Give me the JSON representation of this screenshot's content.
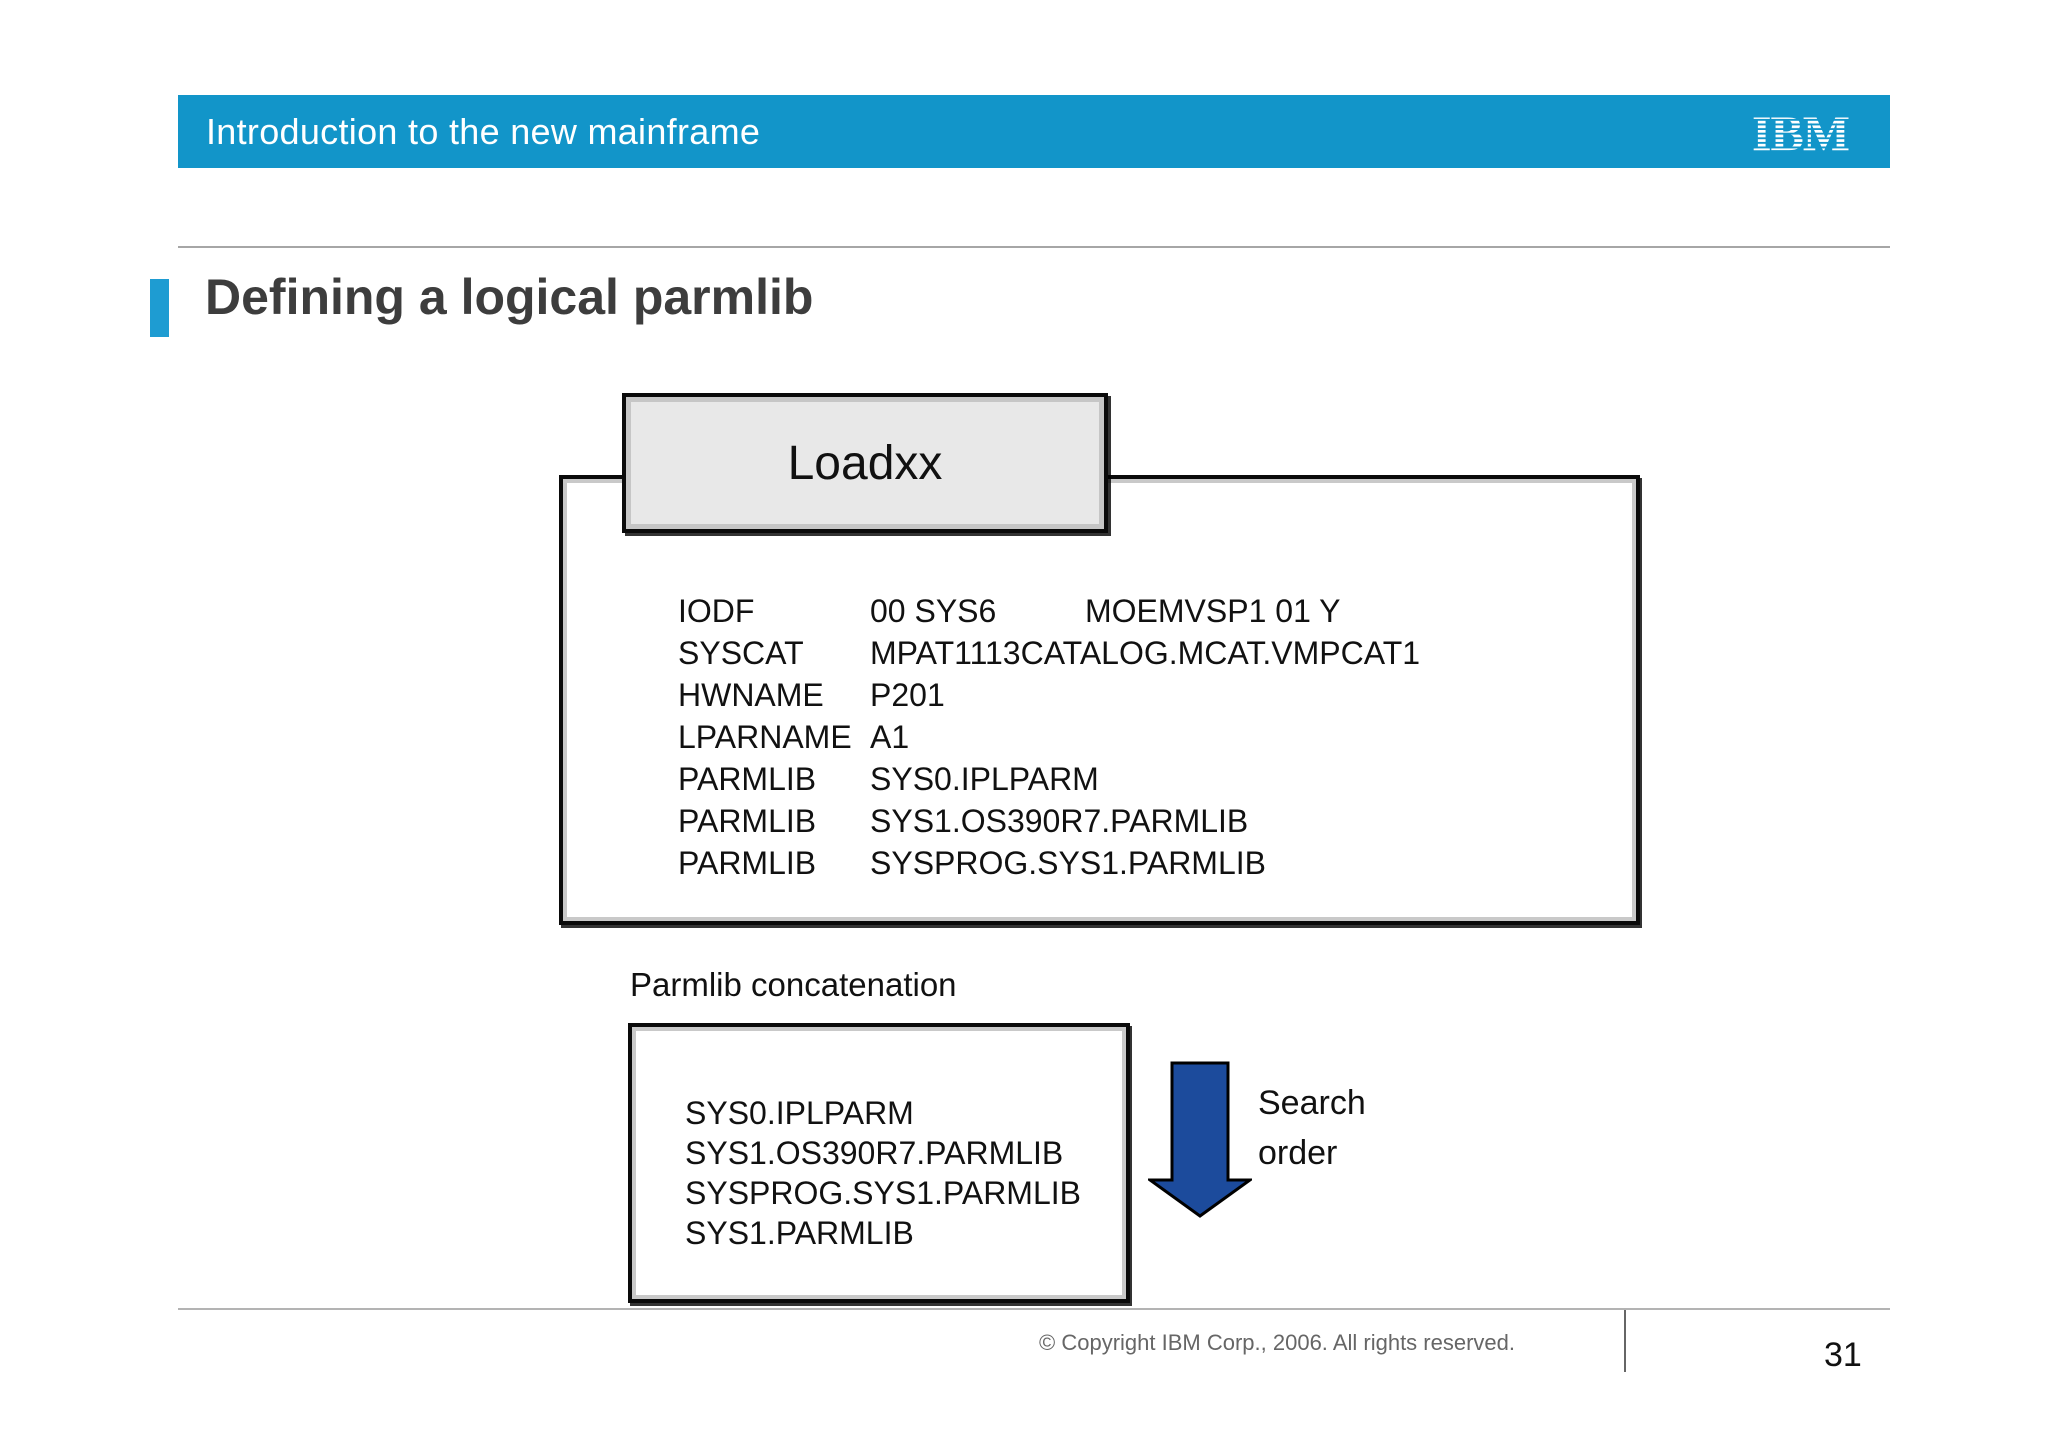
{
  "colors": {
    "header_blue": "#1295c9",
    "accent_blue": "#1e9cd2",
    "arrow_blue": "#1c4b9c",
    "title_gray": "#3d3d3d",
    "footer_gray": "#666666",
    "box_fill_gray": "#e8e8e8"
  },
  "header": {
    "title": "Introduction to the new mainframe",
    "logo_text": "IBM"
  },
  "page_title": "Defining a logical parmlib",
  "loadxx": {
    "title": "Loadxx",
    "entries": [
      {
        "key": "IODF",
        "value": "00 SYS6",
        "extra": "MOEMVSP1 01 Y"
      },
      {
        "key": "SYSCAT",
        "value": "MPAT1113CATALOG.MCAT.VMPCAT1",
        "extra": ""
      },
      {
        "key": "HWNAME",
        "value": "P201",
        "extra": ""
      },
      {
        "key": "LPARNAME",
        "value": "A1",
        "extra": ""
      },
      {
        "key": "PARMLIB",
        "value": "SYS0.IPLPARM",
        "extra": ""
      },
      {
        "key": "PARMLIB",
        "value": "SYS1.OS390R7.PARMLIB",
        "extra": ""
      },
      {
        "key": "PARMLIB",
        "value": "SYSPROG.SYS1.PARMLIB",
        "extra": ""
      }
    ]
  },
  "concatenation": {
    "label": "Parmlib concatenation",
    "items": [
      "SYS0.IPLPARM",
      "SYS1.OS390R7.PARMLIB",
      "SYSPROG.SYS1.PARMLIB",
      "SYS1.PARMLIB"
    ]
  },
  "search_order": {
    "line1": "Search",
    "line2": "order"
  },
  "footer": {
    "copyright": "© Copyright IBM Corp., 2006. All rights reserved.",
    "page_number": "31"
  }
}
